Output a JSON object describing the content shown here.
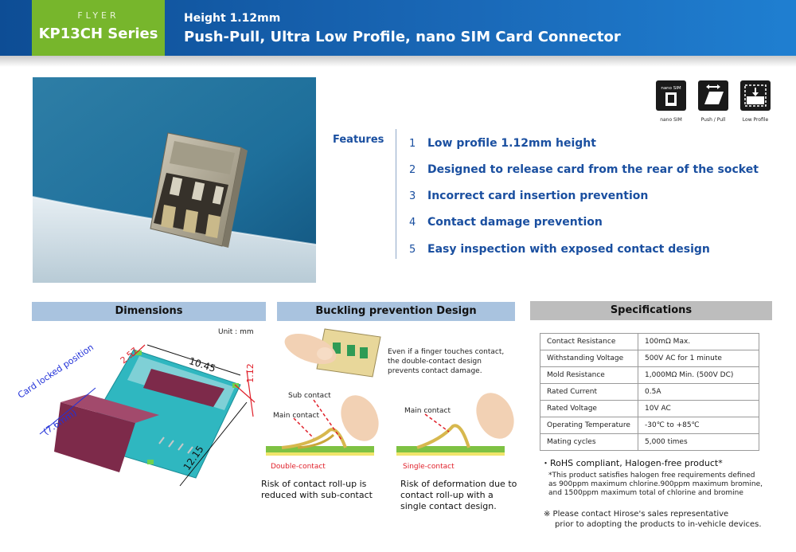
{
  "header": {
    "flyer": "FLYER",
    "series": "KP13CH Series",
    "subtitle": "Height 1.12mm",
    "title": "Push-Pull, Ultra Low Profile, nano SIM Card Connector"
  },
  "icons": [
    {
      "name": "nano-sim-icon",
      "top_text": "nano SIM",
      "label": "nano SIM"
    },
    {
      "name": "push-pull-icon",
      "label": "Push / Pull"
    },
    {
      "name": "low-profile-icon",
      "label": "Low Profile"
    }
  ],
  "features": {
    "title": "Features",
    "items": [
      {
        "num": "1",
        "text": "Low profile 1.12mm height"
      },
      {
        "num": "2",
        "text": "Designed to release card from the rear of the socket"
      },
      {
        "num": "3",
        "text": "Incorrect card insertion prevention"
      },
      {
        "num": "4",
        "text": "Contact damage prevention"
      },
      {
        "num": "5",
        "text": "Easy inspection with exposed contact design"
      }
    ]
  },
  "dimensions": {
    "title": "Dimensions",
    "unit": "Unit : mm",
    "dim_257": "2.57",
    "dim_1045": "10.45",
    "dim_112": "1.12",
    "dim_1215": "12.15",
    "locked_line1": "Card locked position",
    "locked_line2": "(7.6mm)"
  },
  "buckling": {
    "title": "Buckling prevention Design",
    "desc_line1": "Even if a finger touches contact,",
    "desc_line2": "the double-contact design",
    "desc_line3": "prevents contact damage.",
    "sub_contact": "Sub contact",
    "main_contact_left": "Main contact",
    "main_contact_right": "Main contact",
    "double_contact": "Double-contact",
    "single_contact": "Single-contact",
    "left_caption_1": "Risk of contact roll-up is",
    "left_caption_2": "reduced with sub-contact",
    "right_caption_1": "Risk of deformation due to",
    "right_caption_2": "contact roll-up with a",
    "right_caption_3": "single contact design."
  },
  "specs": {
    "title": "Specifications",
    "rows": [
      {
        "k": "Contact Resistance",
        "v": "100mΩ Max."
      },
      {
        "k": "Withstanding Voltage",
        "v": "500V AC for 1 minute"
      },
      {
        "k": "Mold Resistance",
        "v": "1,000MΩ Min. (500V DC)"
      },
      {
        "k": "Rated Current",
        "v": "0.5A"
      },
      {
        "k": "Rated Voltage",
        "v": "10V AC"
      },
      {
        "k": "Operating Temperature",
        "v": "-30℃ to +85℃"
      },
      {
        "k": "Mating cycles",
        "v": "5,000 times"
      }
    ],
    "rohs": "・RoHS compliant, Halogen-free product*",
    "halogen_1": "*This product satisfies halogen free requirements defined",
    "halogen_2": "as 900ppm maximum chlorine.900ppm maximum bromine,",
    "halogen_3": "and 1500ppm maximum total of chlorine and bromine",
    "contact_1": "※ Please contact Hirose's sales representative",
    "contact_2": "prior to adopting the products to in-vehicle devices."
  },
  "colors": {
    "header_blue": "#1a69b8",
    "series_green": "#77b62c",
    "feature_blue": "#1a4fa0",
    "section_bar_blue": "#a9c3df",
    "section_bar_gray": "#bdbdbd",
    "dimension_red": "#e0202a",
    "dimension_blue": "#2030d8"
  }
}
